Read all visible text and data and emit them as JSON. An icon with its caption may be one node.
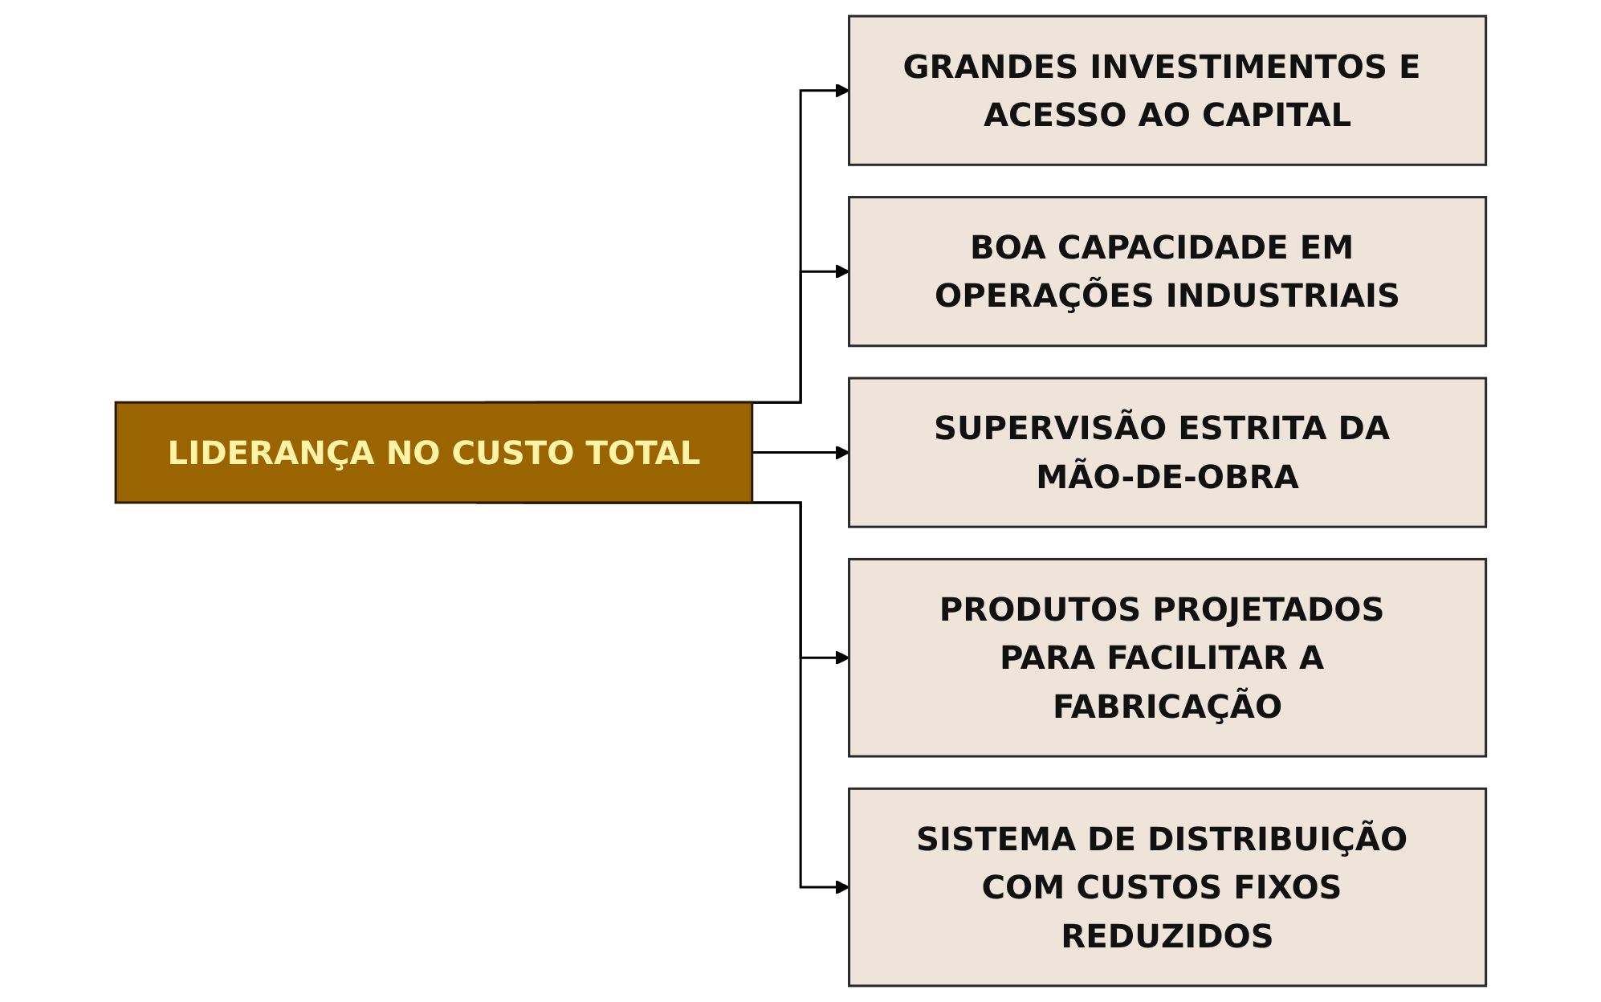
{
  "diagram": {
    "nodes": [
      {
        "text": [
          "LIDERANÇA NO CUSTO TOTAL"
        ]
      },
      {
        "text": [
          "GRANDES INVESTIMENTOS E ACESSO AO CAPITAL"
        ]
      },
      {
        "text": [
          "BOA CAPACIDADE EM OPERAÇÕES INDUSTRIAIS"
        ]
      },
      {
        "text": [
          "SUPERVISÃO ESTRITA DA MÃO-DE-OBRA"
        ]
      },
      {
        "text": [
          "PRODUTOS PROJETADOS PARA FACILITAR A FABRICAÇÃO"
        ]
      },
      {
        "text": [
          "SISTEMA DE DISTRIBUIÇÃO COM CUSTOS FIXOS REDUZIDOS"
        ]
      }
    ],
    "edges": [
      {
        "from": 0,
        "to": 1,
        "arrow": "to"
      },
      {
        "from": 0,
        "to": 2,
        "arrow": "to"
      },
      {
        "from": 0,
        "to": 3,
        "arrow": "to"
      },
      {
        "from": 0,
        "to": 4,
        "arrow": "to"
      },
      {
        "from": 0,
        "to": 5,
        "arrow": "to"
      }
    ]
  }
}
